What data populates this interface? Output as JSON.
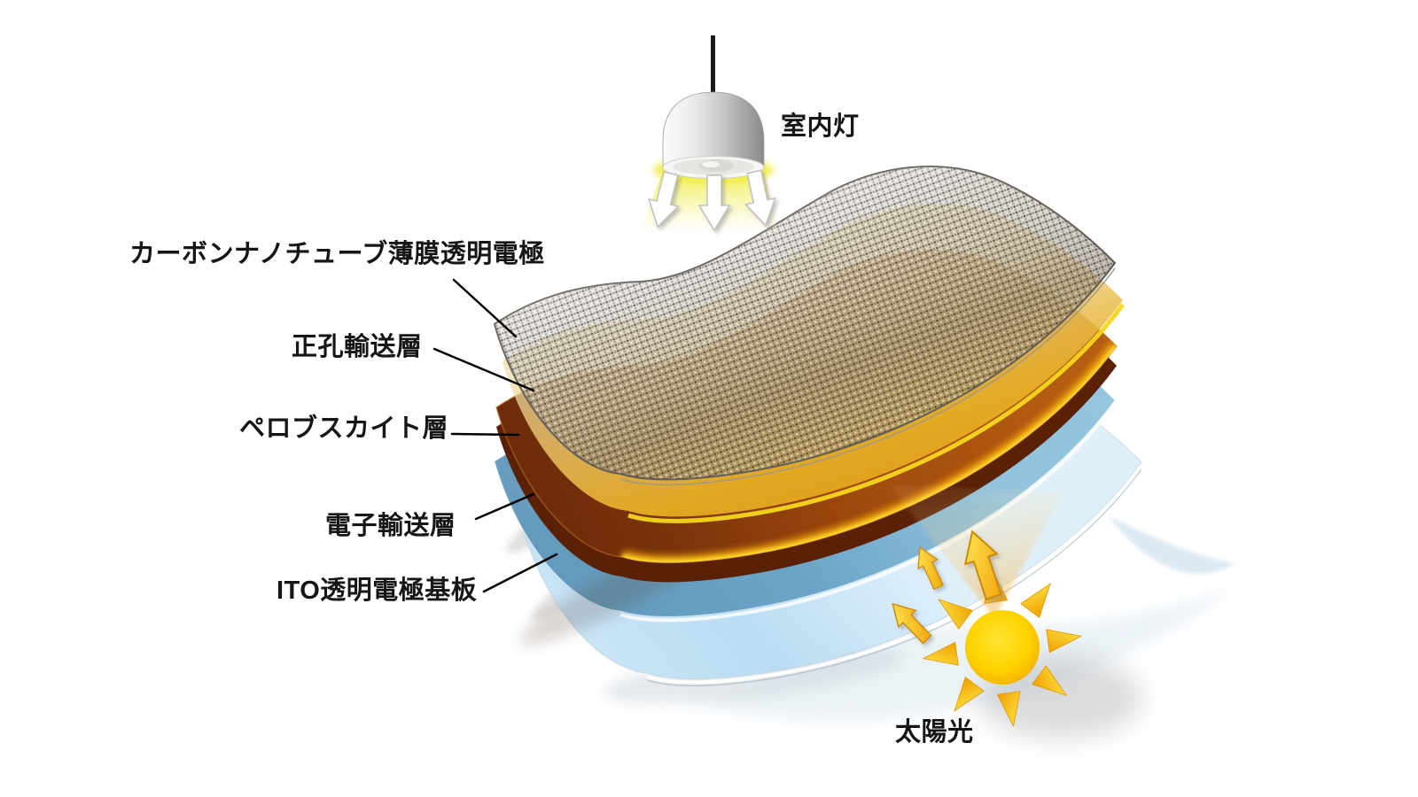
{
  "figure": {
    "type": "exploded-layer-structure-diagram",
    "background": "#ffffff",
    "light_sources": {
      "indoor": {
        "label": "室内灯",
        "icon": "pendant-lamp-icon",
        "beam_color": "#efec3c",
        "arrow_color": "#ffffff"
      },
      "sun": {
        "label": "太陽光",
        "icon": "sun-icon",
        "disk_color": "#ffd400",
        "arrow_color": "#f5b400"
      }
    },
    "layers": [
      {
        "label": "カーボンナノチューブ薄膜透明電極",
        "color": "#9b968e"
      },
      {
        "label": "正孔輸送層",
        "color": "#e2a81f"
      },
      {
        "label": "ペロブスカイト層",
        "color": "#9c4a0e"
      },
      {
        "label": "電子輸送層",
        "color": "#5e9dc0"
      },
      {
        "label": "ITO透明電極基板",
        "color": "#bfe0f4"
      }
    ],
    "accents": {
      "leader_line": "#000000",
      "perovskite_gold_rim": "#ffb60a",
      "hole_transport_edge": "#f6d71c",
      "mesh_stroke": "#63605c"
    }
  }
}
